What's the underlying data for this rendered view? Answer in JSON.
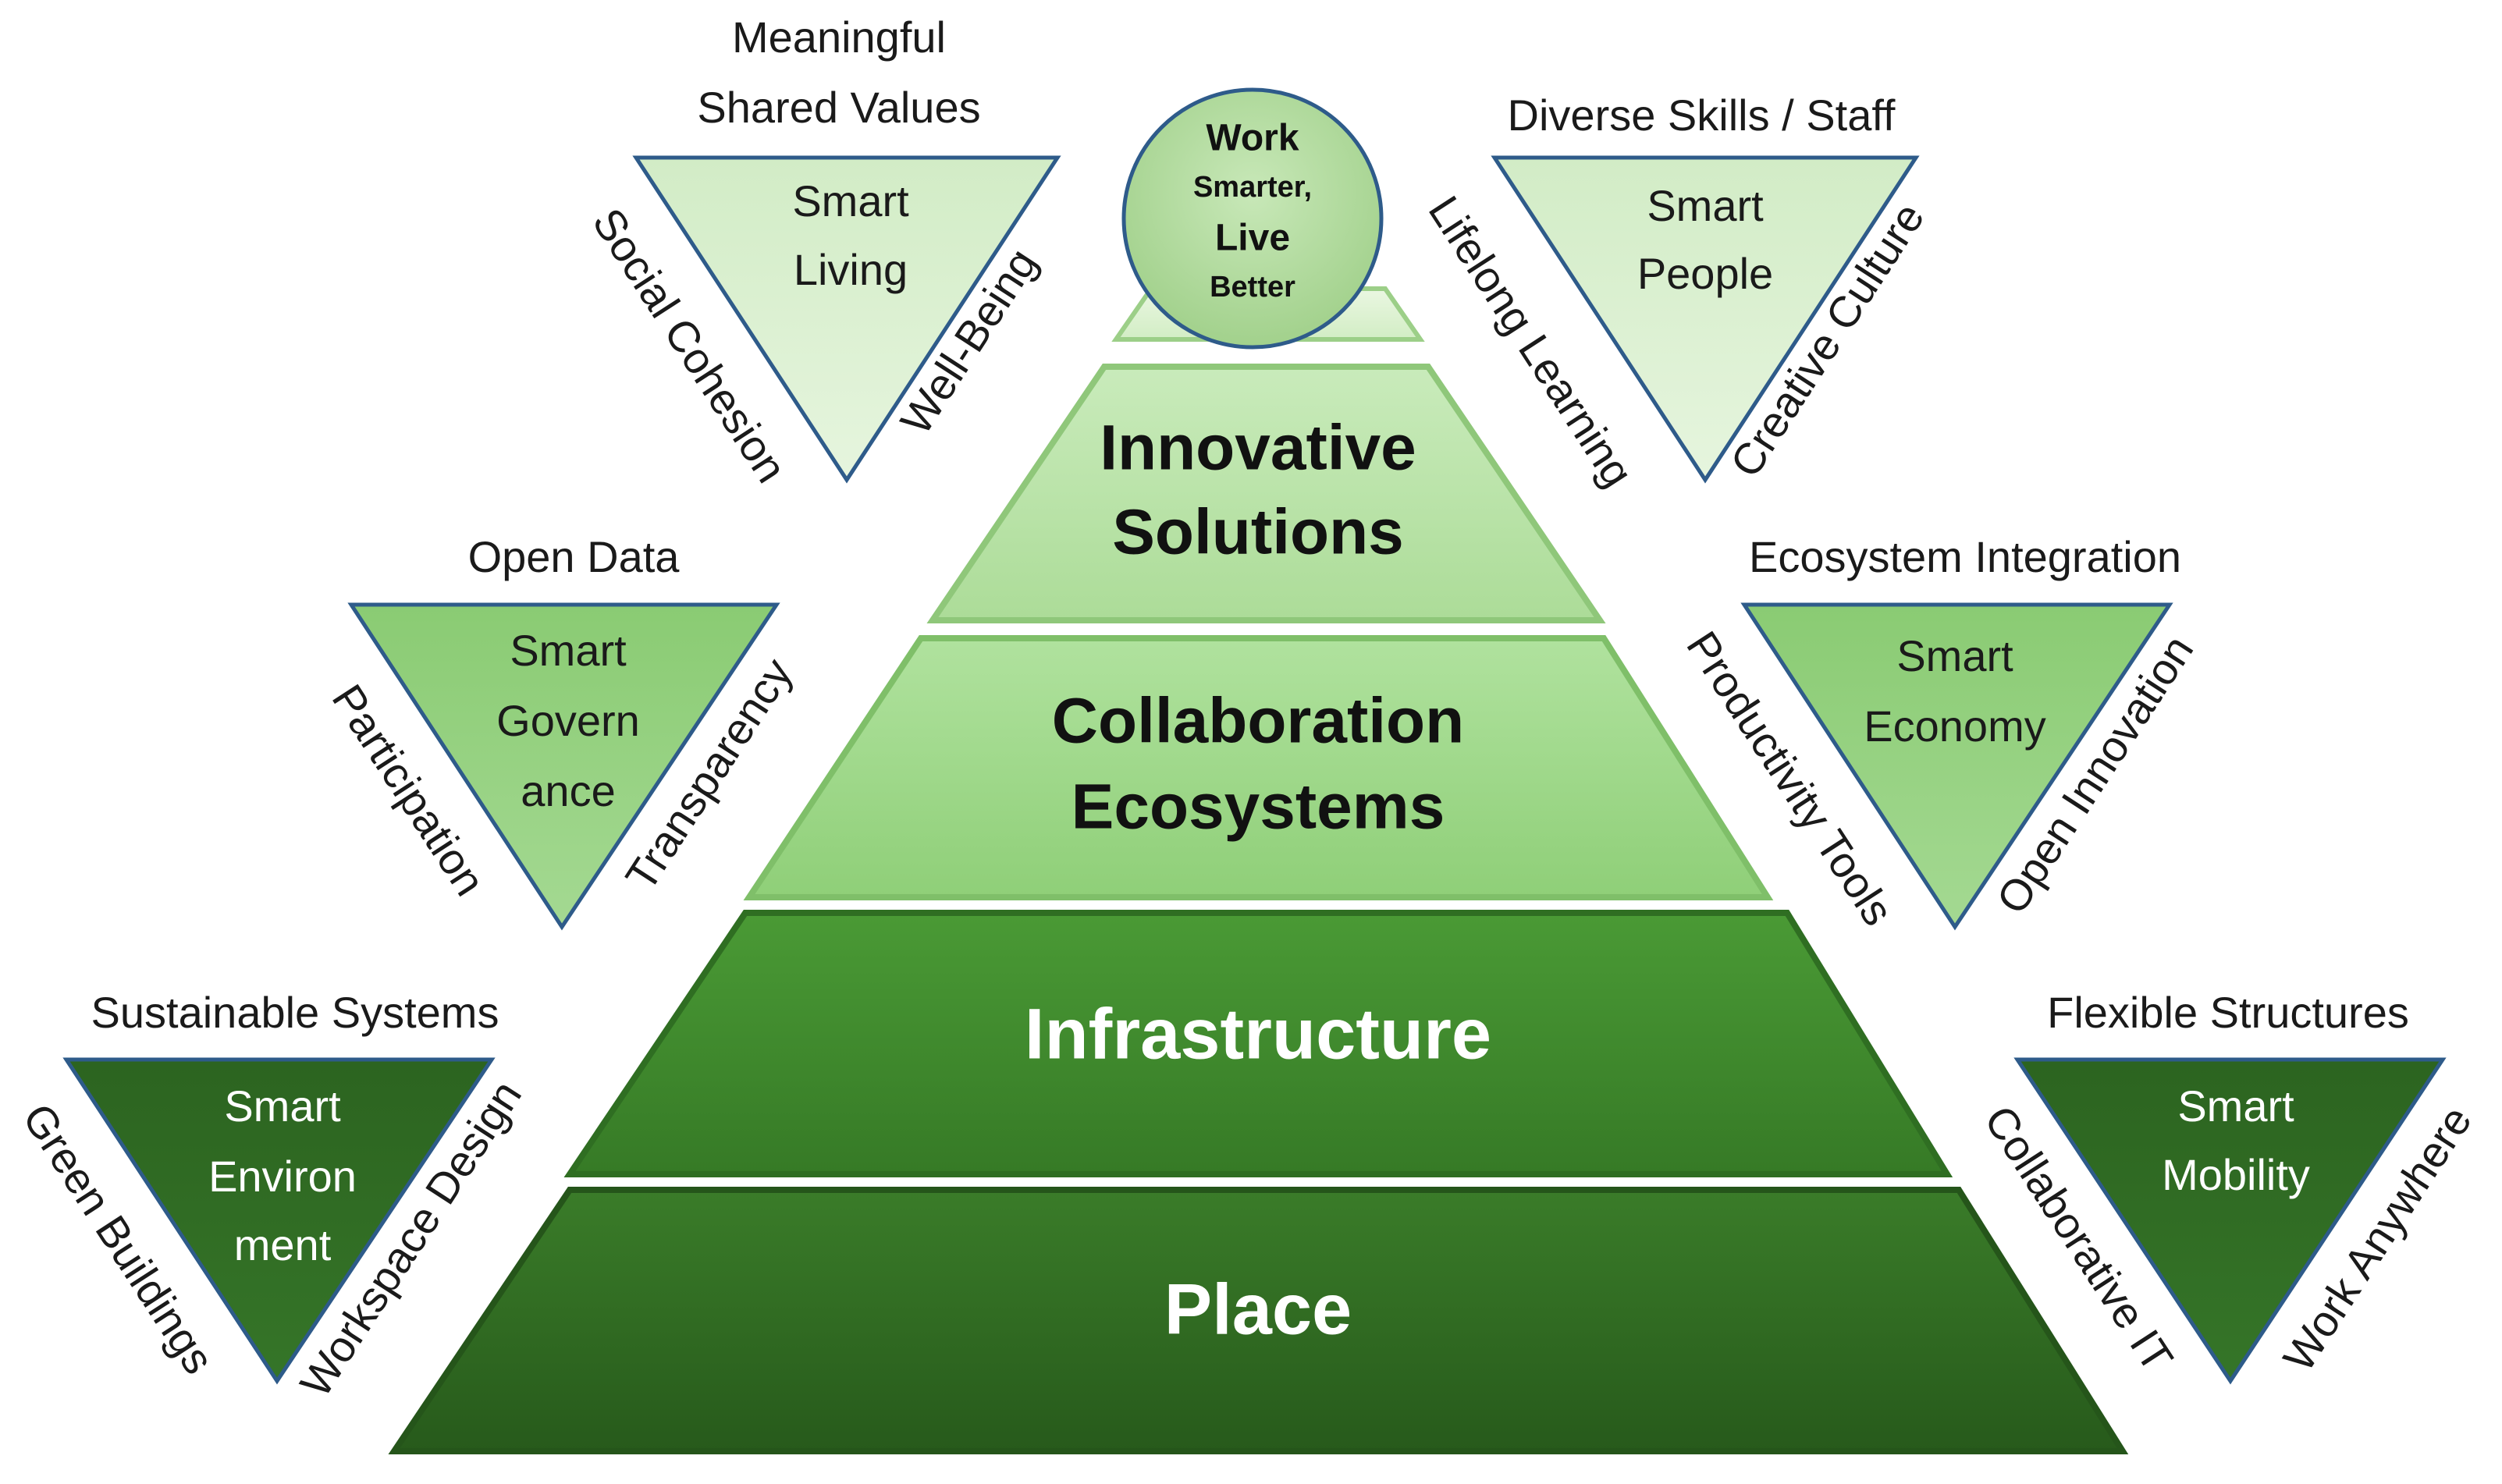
{
  "pyramid": {
    "levels": [
      {
        "lines": [
          "Place"
        ]
      },
      {
        "lines": [
          "Infrastructure"
        ]
      },
      {
        "lines": [
          "Collaboration",
          "Ecosystems"
        ]
      },
      {
        "lines": [
          "Innovative",
          "Solutions"
        ]
      }
    ],
    "apex": {
      "lines": [
        "Work",
        "Smarter,",
        "Live",
        "Better"
      ]
    }
  },
  "triangles": [
    {
      "id": "smart-living",
      "lines": [
        "Smart",
        "Living"
      ],
      "top": [
        "Meaningful",
        "Shared Values"
      ],
      "left": "Social Cohesion",
      "right": "Well-Being"
    },
    {
      "id": "smart-people",
      "lines": [
        "Smart",
        "People"
      ],
      "top": [
        "Diverse Skills / Staff"
      ],
      "left": "Lifelong Learning",
      "right": "Creative Culture"
    },
    {
      "id": "smart-governance",
      "lines": [
        "Smart",
        "Govern",
        "ance"
      ],
      "top": [
        "Open Data"
      ],
      "left": "Participation",
      "right": "Transparency"
    },
    {
      "id": "smart-economy",
      "lines": [
        "Smart",
        "Economy"
      ],
      "top": [
        "Ecosystem Integration"
      ],
      "left": "Productivity Tools",
      "right": "Open Innovation"
    },
    {
      "id": "smart-environment",
      "lines": [
        "Smart",
        "Environ",
        "ment"
      ],
      "top": [
        "Sustainable Systems"
      ],
      "left": "Green Buildings",
      "right": "Workspace Design"
    },
    {
      "id": "smart-mobility",
      "lines": [
        "Smart",
        "Mobility"
      ],
      "top": [
        "Flexible Structures"
      ],
      "left": "Collaborative IT",
      "right": "Work Anywhere"
    }
  ],
  "colors": {
    "level_place": "#2f6b21",
    "level_infrastructure": "#3e8a2c",
    "level_collaboration": "#9bd68a",
    "level_innovative": "#b9e3a9",
    "level_top": "#dff2d4",
    "apex_fill": "#b4dba0",
    "outline": "#2e5b8a",
    "tri_light": "#d9efd0",
    "tri_mid": "#96cf80",
    "tri_dark": "#2f6b21"
  }
}
